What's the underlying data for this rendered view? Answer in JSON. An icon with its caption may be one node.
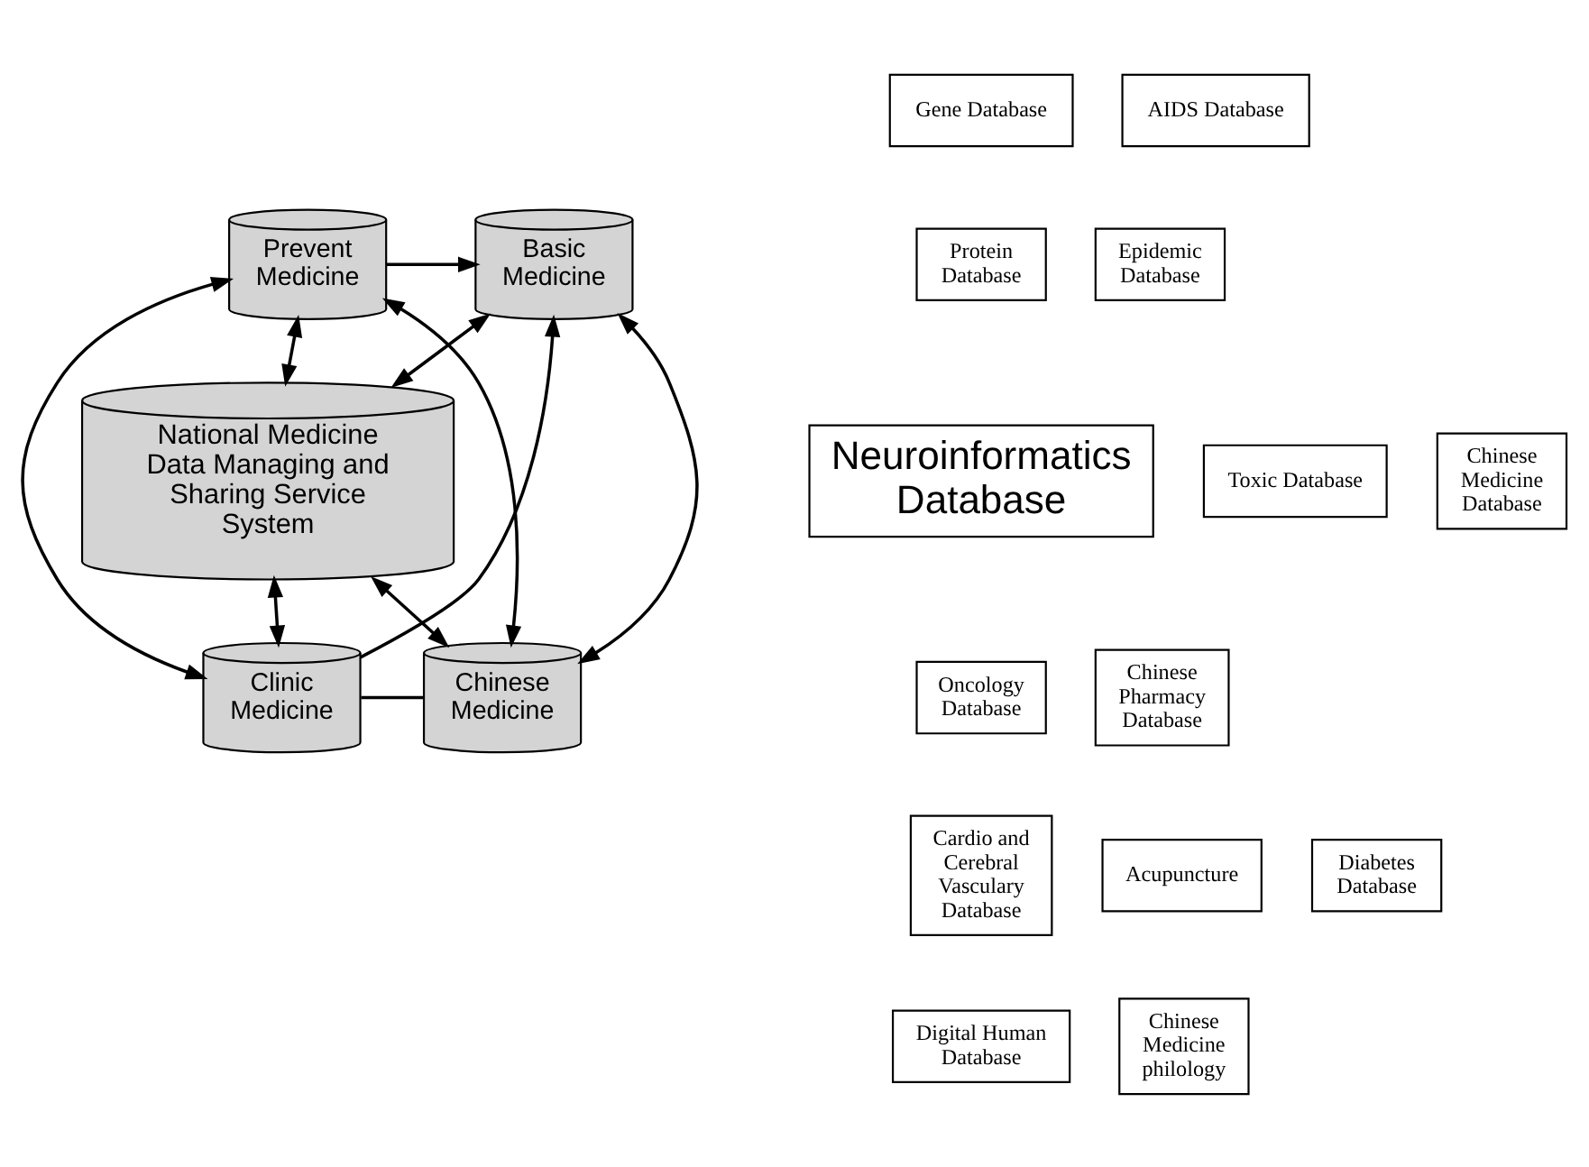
{
  "diagram": {
    "nodes": [
      {
        "text": [
          "National Medicine Data Managing and Sharing Service System"
        ]
      },
      {
        "text": [
          "Basic Medicine"
        ]
      },
      {
        "text": [
          "Prevent Medicine"
        ]
      },
      {
        "text": [
          "Clinic Medicine"
        ]
      },
      {
        "text": [
          "Chinese Medicine"
        ]
      },
      {
        "text": [
          "Gene Database"
        ]
      },
      {
        "text": [
          "AIDS Database"
        ]
      },
      {
        "text": [
          "Protein Database"
        ]
      },
      {
        "text": [
          "Epidemic Database"
        ]
      },
      {
        "text": [
          "Toxic Database"
        ]
      },
      {
        "text": [
          "Neuroinformatics Database"
        ]
      },
      {
        "text": [
          "Chinese Medicine Database"
        ]
      },
      {
        "text": [
          "Oncology Database"
        ]
      },
      {
        "text": [
          "Chinese Pharmacy Database"
        ]
      },
      {
        "text": [
          "Cardio and Cerebral Vasculary Database"
        ]
      },
      {
        "text": [
          "Acupuncture"
        ]
      },
      {
        "text": [
          "Diabetes Database"
        ]
      },
      {
        "text": [
          "Digital Human Database"
        ]
      },
      {
        "text": [
          "Chinese Medicine philology"
        ]
      }
    ],
    "edges": [
      {
        "from": 1,
        "to": 0,
        "arrow": "both"
      },
      {
        "from": 2,
        "to": 0,
        "arrow": "both"
      },
      {
        "from": 0,
        "to": 3,
        "arrow": "both"
      },
      {
        "from": 0,
        "to": 4,
        "arrow": "both"
      },
      {
        "from": 2,
        "to": 1,
        "arrow": "to"
      },
      {
        "from": 1,
        "to": 4,
        "arrow": "both"
      },
      {
        "from": 2,
        "to": 3,
        "arrow": "both"
      },
      {
        "from": 2,
        "to": 4,
        "arrow": "both"
      },
      {
        "from": 3,
        "to": 1,
        "arrow": "to"
      },
      {
        "from": 3,
        "to": 4,
        "arrow": "none"
      }
    ]
  }
}
